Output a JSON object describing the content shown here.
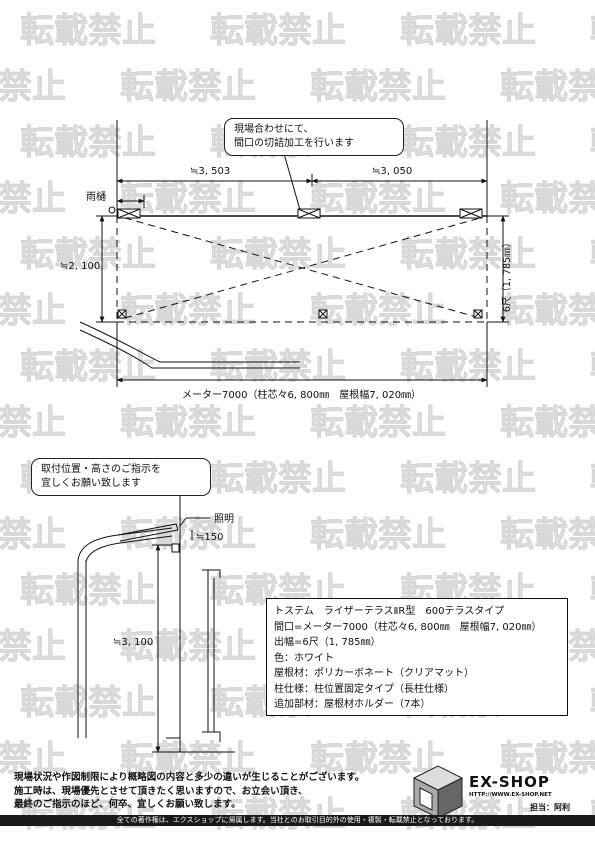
{
  "watermark_text": "転載禁止",
  "top_diagram": {
    "callout": [
      "現場合わせにて、",
      "間口の切詰加工を行います"
    ],
    "dim_left_span": "≒3, 503",
    "dim_right_span": "≒3, 050",
    "label_gutter": "雨樋",
    "dim_height": "≒2, 100",
    "dim_projection": "6尺（1, 785㎜）",
    "dim_total_width": "メーター7000（柱芯々6, 800㎜　屋根幅7, 020㎜）"
  },
  "side_diagram": {
    "callout": [
      "取付位置・高さのご指示を",
      "宜しくお願い致します"
    ],
    "label_light": "照明",
    "dim_small": "≒150",
    "dim_height": "≒3, 100"
  },
  "spec": [
    "トステム　ライザーテラスⅡR型　600テラスタイプ",
    "間口=メーター7000（柱芯々6, 800㎜　屋根幅7, 020㎜）",
    "出幅=6尺（1, 785㎜）",
    "色：ホワイト",
    "屋根材：ポリカーボネート（クリアマット）",
    "柱仕様：柱位置固定タイプ（長柱仕様）",
    "追加部材：屋根材ホルダー（7本）"
  ],
  "notes": [
    "現場状況や作図制限により概略図の内容と多少の違いが生じることがございます。",
    "施工時は、現場優先とさせて頂きたく思いますので、お立会い頂き、",
    "最終のご指示のほど、何卒、宜しくお願い致します。"
  ],
  "logo": {
    "name": "EX-SHOP",
    "url": "HTTP://WWW.EX-SHOP.NET",
    "person": "担当：阿利"
  },
  "footer": "全ての著作権は、エクスショップに帰属します。当社とのお取引目的外の使用・複製・転載禁止となっております。"
}
